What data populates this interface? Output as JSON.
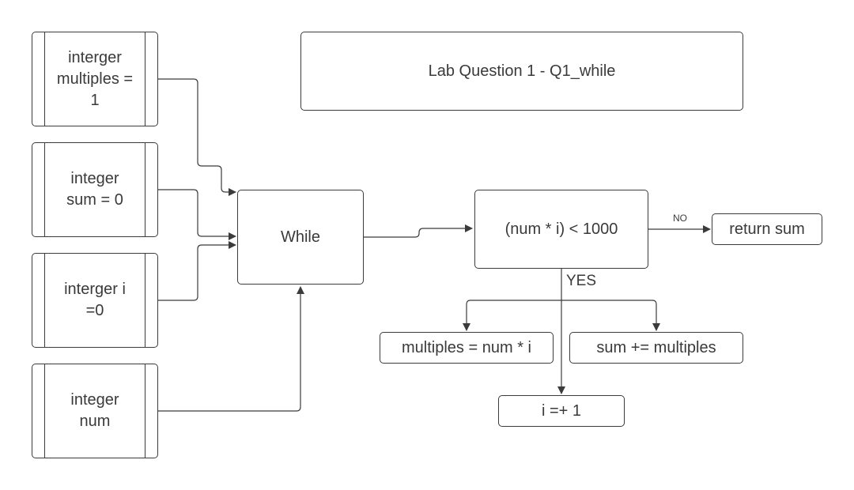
{
  "title": "Lab Question 1 - Q1_while",
  "inputs": [
    {
      "id": "multiples",
      "label": "interger\nmultiples =\n1"
    },
    {
      "id": "sum",
      "label": "integer\nsum = 0"
    },
    {
      "id": "i",
      "label": "interger i\n=0"
    },
    {
      "id": "num",
      "label": "integer\nnum"
    }
  ],
  "loop": {
    "label": "While"
  },
  "condition": {
    "label": "(num * i) < 1000"
  },
  "exit": {
    "label": "return sum"
  },
  "body": {
    "multiples_step": "multiples =  num * i",
    "sum_step": "sum += multiples",
    "increment_step": "i =+ 1"
  },
  "edge_labels": {
    "no": "NO",
    "yes": "YES"
  },
  "colors": {
    "stroke": "#3b3b3b",
    "text": "#3a3a3a",
    "background": "#ffffff"
  }
}
